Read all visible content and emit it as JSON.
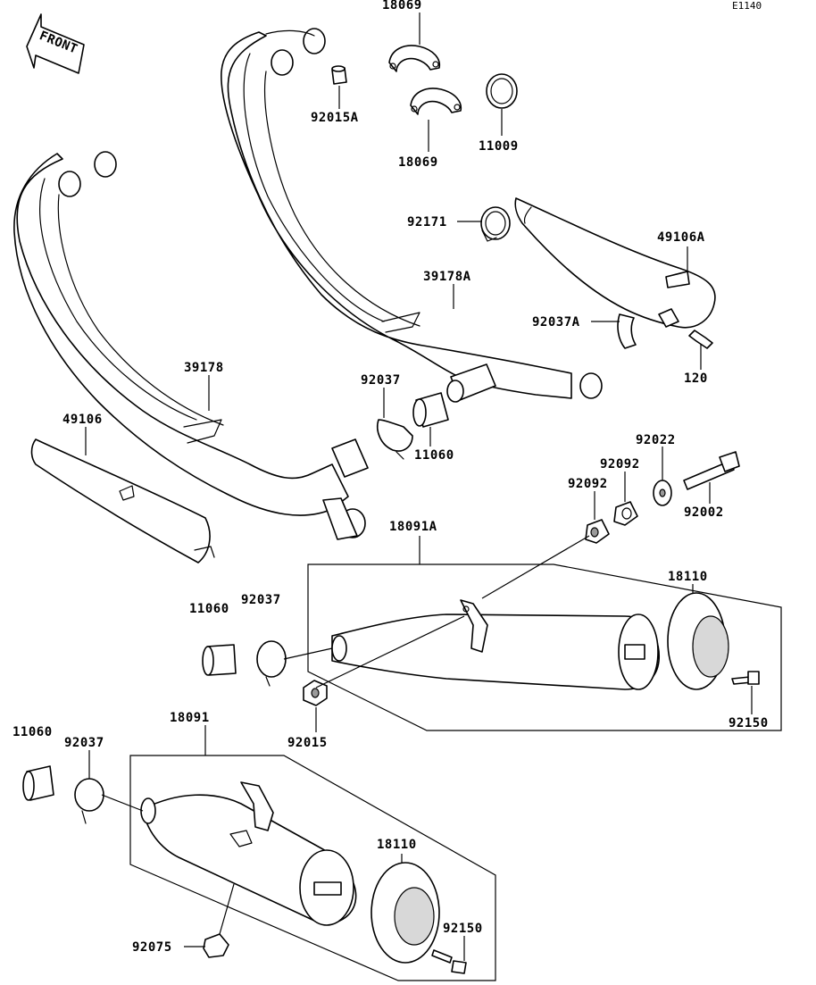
{
  "diagram_code": "E1140",
  "front_label": "FRONT",
  "parts": {
    "p18069_top": "18069",
    "p92015A": "92015A",
    "p18069_bottom": "18069",
    "p11009": "11009",
    "p92171": "92171",
    "p49106A": "49106A",
    "p39178A": "39178A",
    "p92037A": "92037A",
    "p120": "120",
    "p39178": "39178",
    "p92037_mid": "92037",
    "p49106": "49106",
    "p11060_mid": "11060",
    "p92022": "92022",
    "p92092_right": "92092",
    "p92092_left": "92092",
    "p92002": "92002",
    "p18091A": "18091A",
    "p18110_upper": "18110",
    "p11060_left": "11060",
    "p92037_left": "92037",
    "p92015": "92015",
    "p92150_upper": "92150",
    "p18091": "18091",
    "p11060_lower": "11060",
    "p92037_lower": "92037",
    "p18110_lower": "18110",
    "p92150_lower": "92150",
    "p92075": "92075"
  }
}
